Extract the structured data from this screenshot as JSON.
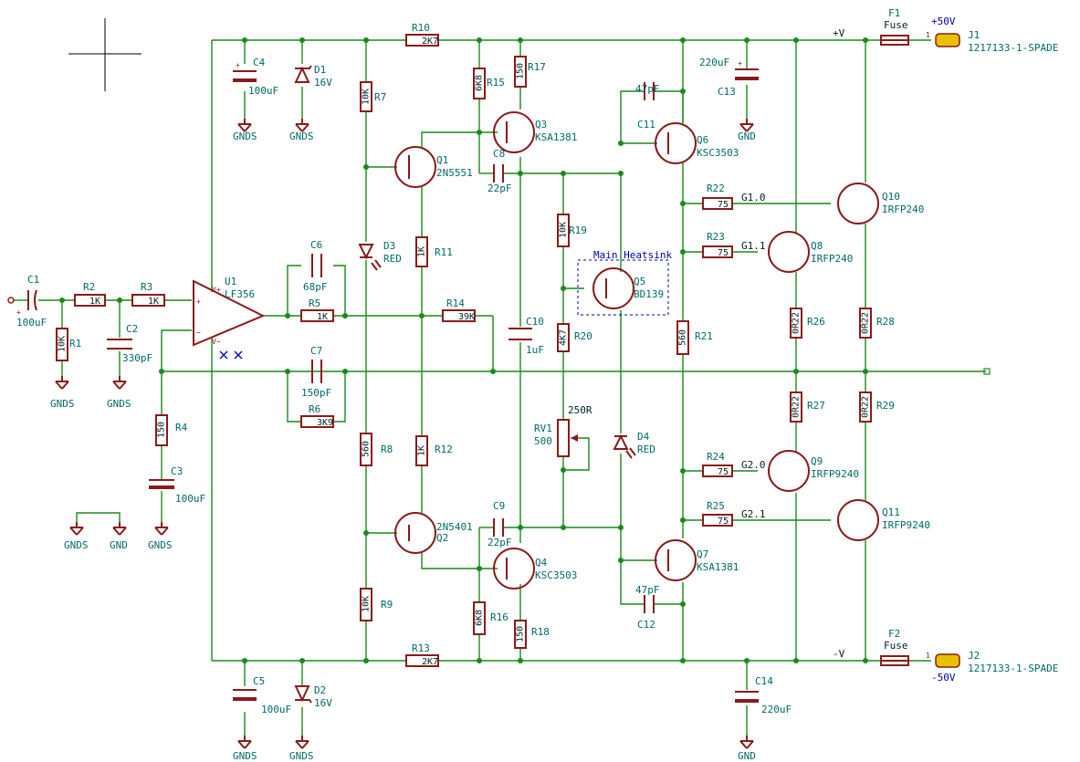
{
  "schematic": {
    "rails": {
      "positive": "+V",
      "negative": "-V"
    },
    "connectors": [
      {
        "ref": "J1",
        "value": "1217133-1-SPADE",
        "supply": "+50V",
        "pin": "1"
      },
      {
        "ref": "J2",
        "value": "1217133-1-SPADE",
        "supply": "-50V",
        "pin": "1"
      }
    ],
    "fuses": [
      {
        "ref": "F1",
        "value": "Fuse"
      },
      {
        "ref": "F2",
        "value": "Fuse"
      }
    ],
    "resistors": [
      {
        "ref": "R1",
        "value": "10K"
      },
      {
        "ref": "R2",
        "value": "1K"
      },
      {
        "ref": "R3",
        "value": "1K"
      },
      {
        "ref": "R4",
        "value": "150"
      },
      {
        "ref": "R5",
        "value": "1K"
      },
      {
        "ref": "R6",
        "value": "3K9"
      },
      {
        "ref": "R7",
        "value": "10K"
      },
      {
        "ref": "R8",
        "value": "560"
      },
      {
        "ref": "R9",
        "value": "10K"
      },
      {
        "ref": "R10",
        "value": "2K7"
      },
      {
        "ref": "R11",
        "value": "1K"
      },
      {
        "ref": "R12",
        "value": "1K"
      },
      {
        "ref": "R13",
        "value": "2K7"
      },
      {
        "ref": "R14",
        "value": "39K"
      },
      {
        "ref": "R15",
        "value": "6K8"
      },
      {
        "ref": "R16",
        "value": "6K8"
      },
      {
        "ref": "R17",
        "value": "150"
      },
      {
        "ref": "R18",
        "value": "150"
      },
      {
        "ref": "R19",
        "value": "10K"
      },
      {
        "ref": "R20",
        "value": "4K7"
      },
      {
        "ref": "R21",
        "value": "560"
      },
      {
        "ref": "R22",
        "value": "75"
      },
      {
        "ref": "R23",
        "value": "75"
      },
      {
        "ref": "R24",
        "value": "75"
      },
      {
        "ref": "R25",
        "value": "75"
      },
      {
        "ref": "R26",
        "value": "0R22"
      },
      {
        "ref": "R27",
        "value": "0R22"
      },
      {
        "ref": "R28",
        "value": "0R22"
      },
      {
        "ref": "R29",
        "value": "0R22"
      }
    ],
    "capacitors": [
      {
        "ref": "C1",
        "value": "100uF"
      },
      {
        "ref": "C2",
        "value": "330pF"
      },
      {
        "ref": "C3",
        "value": "100uF"
      },
      {
        "ref": "C4",
        "value": "100uF"
      },
      {
        "ref": "C5",
        "value": "100uF"
      },
      {
        "ref": "C6",
        "value": "68pF"
      },
      {
        "ref": "C7",
        "value": "150pF"
      },
      {
        "ref": "C8",
        "value": "22pF"
      },
      {
        "ref": "C9",
        "value": "22pF"
      },
      {
        "ref": "C10",
        "value": "1uF"
      },
      {
        "ref": "C11",
        "value": "47pF"
      },
      {
        "ref": "C12",
        "value": "47pF"
      },
      {
        "ref": "C13",
        "value": "220uF"
      },
      {
        "ref": "C14",
        "value": "220uF"
      }
    ],
    "diodes": [
      {
        "ref": "D1",
        "value": "16V"
      },
      {
        "ref": "D2",
        "value": "16V"
      },
      {
        "ref": "D3",
        "value": "RED"
      },
      {
        "ref": "D4",
        "value": "RED"
      }
    ],
    "transistors": [
      {
        "ref": "Q1",
        "value": "2N5551"
      },
      {
        "ref": "Q2",
        "value": "2N5401"
      },
      {
        "ref": "Q3",
        "value": "KSA1381"
      },
      {
        "ref": "Q4",
        "value": "KSC3503"
      },
      {
        "ref": "Q5",
        "value": "BD139"
      },
      {
        "ref": "Q6",
        "value": "KSC3503"
      },
      {
        "ref": "Q7",
        "value": "KSA1381"
      },
      {
        "ref": "Q8",
        "value": "IRFP240"
      },
      {
        "ref": "Q9",
        "value": "IRFP9240"
      },
      {
        "ref": "Q10",
        "value": "IRFP240"
      },
      {
        "ref": "Q11",
        "value": "IRFP9240"
      }
    ],
    "opamp": {
      "ref": "U1",
      "value": "LF356"
    },
    "trimmer": {
      "ref": "RV1",
      "value": "500",
      "note": "250R"
    },
    "heatsink_label": "Main Heatsink",
    "ground_labels": [
      "GNDS",
      "GND"
    ],
    "gate_nets": [
      "G1.0",
      "G1.1",
      "G2.0",
      "G2.1"
    ]
  }
}
